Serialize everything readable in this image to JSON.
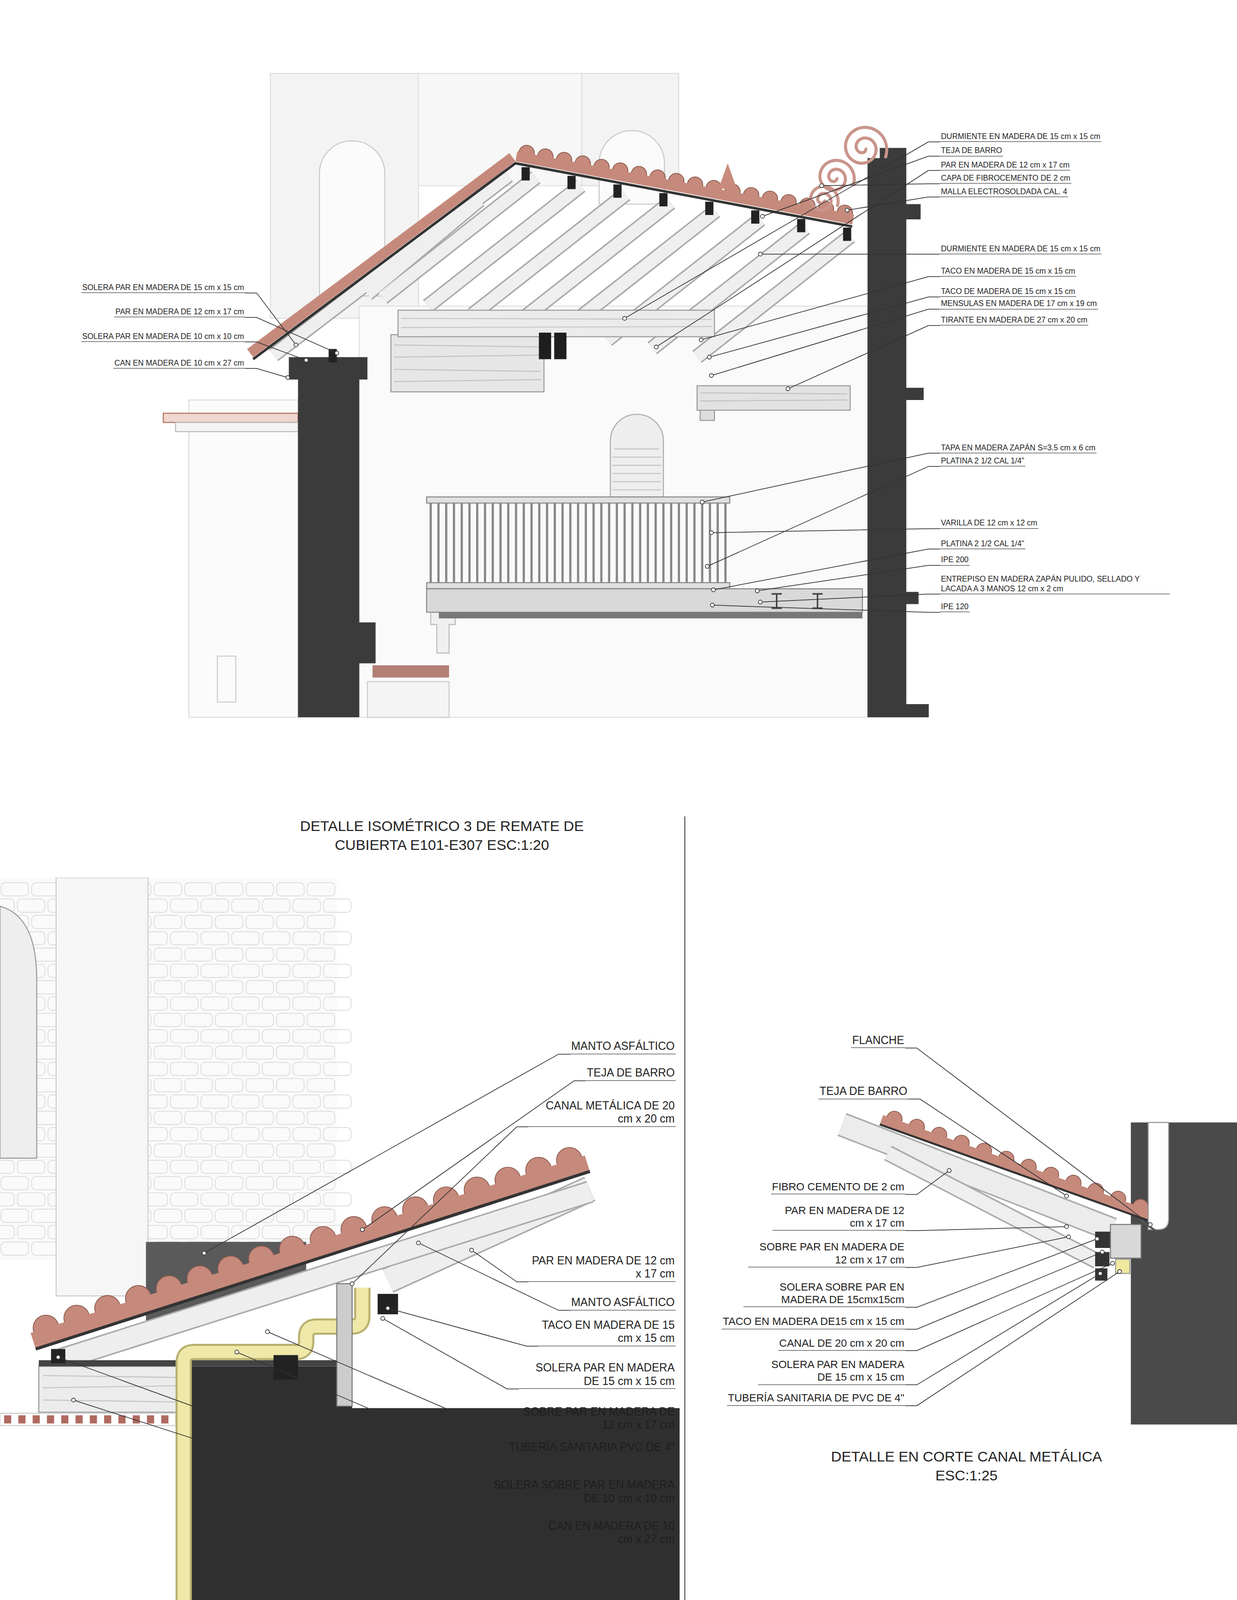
{
  "diagram": {
    "title": "DETALLE ISOMÉTRICO 3 DE REMATE DE CUBIERTA E101-E307 ESC:1:20",
    "caption": "DETALLE EN CORTE CANAL METÁLICA ESC:1:25",
    "labels": [
      "DURMIENTE EN MADERA DE 15 cm x 15 cm",
      "TEJA DE BARRO",
      "PAR EN MADERA DE 12 cm x 17 cm",
      "CAPA DE FIBROCEMENTO DE 2 cm",
      "MALLA ELECTROSOLDADA CAL. 4",
      "DURMIENTE EN MADERA DE 15 cm x 15 cm",
      "TACO EN MADERA DE 15 cm x 15 cm",
      "TACO DE MADERA DE 15 cm x 15 cm",
      "MENSULAS EN MADERA DE 17 cm x 19 cm",
      "TIRANTE EN MADERA DE 27 cm x 20 cm",
      "TAPA EN MADERA ZAPÁN S=3.5 cm x 6 cm",
      "PLATINA 2 1/2 CAL 1/4\"",
      "VARILLA DE 12 cm x 12 cm",
      "PLATINA 2 1/2 CAL 1/4\"",
      "IPE 200",
      "ENTREPISO EN MADERA ZAPÁN PULIDO, SELLADO Y LACADA A 3 MANOS 12 cm x 2 cm",
      "IPE 120",
      "SOLERA PAR EN MADERA DE 15 cm x 15 cm",
      "PAR EN MADERA DE 12 cm x 17 cm",
      "SOLERA PAR EN MADERA DE 10 cm x 10 cm",
      "CAN EN MADERA DE 10 cm x 27 cm",
      "MANTO ASFÁLTICO",
      "TEJA DE BARRO",
      "CANAL METÁLICA DE 20 cm x 20 cm",
      "PAR EN MADERA DE 12 cm x 17 cm",
      "MANTO ASFÁLTICO",
      "TACO EN MADERA DE 15 cm x 15 cm",
      "SOLERA PAR EN MADERA DE 15 cm x 15 cm",
      "SOBRE PAR EN MADERA DE 12 cm x 17 cm",
      "TUBERÍA SANITARIA PVC DE 4\"",
      "SOLERA SOBRE PAR EN MADERA DE 10 cm x 10 cm",
      "CAN EN MADERA DE 10 cm x 27 cm",
      "FLANCHE",
      "TEJA DE BARRO",
      "FIBRO CEMENTO DE 2 cm",
      "PAR EN MADERA DE 12 cm x 17 cm",
      "SOBRE PAR EN MADERA DE 12 cm x 17 cm",
      "SOLERA SOBRE PAR EN MADERA DE 15cmx15cm",
      "TACO EN MADERA DE15 cm x 15 cm",
      "CANAL DE 20 cm x 20 cm",
      "SOLERA PAR EN MADERA DE 15 cm x 15 cm",
      "TUBERÍA SANITARIA DE PVC DE 4\""
    ]
  }
}
